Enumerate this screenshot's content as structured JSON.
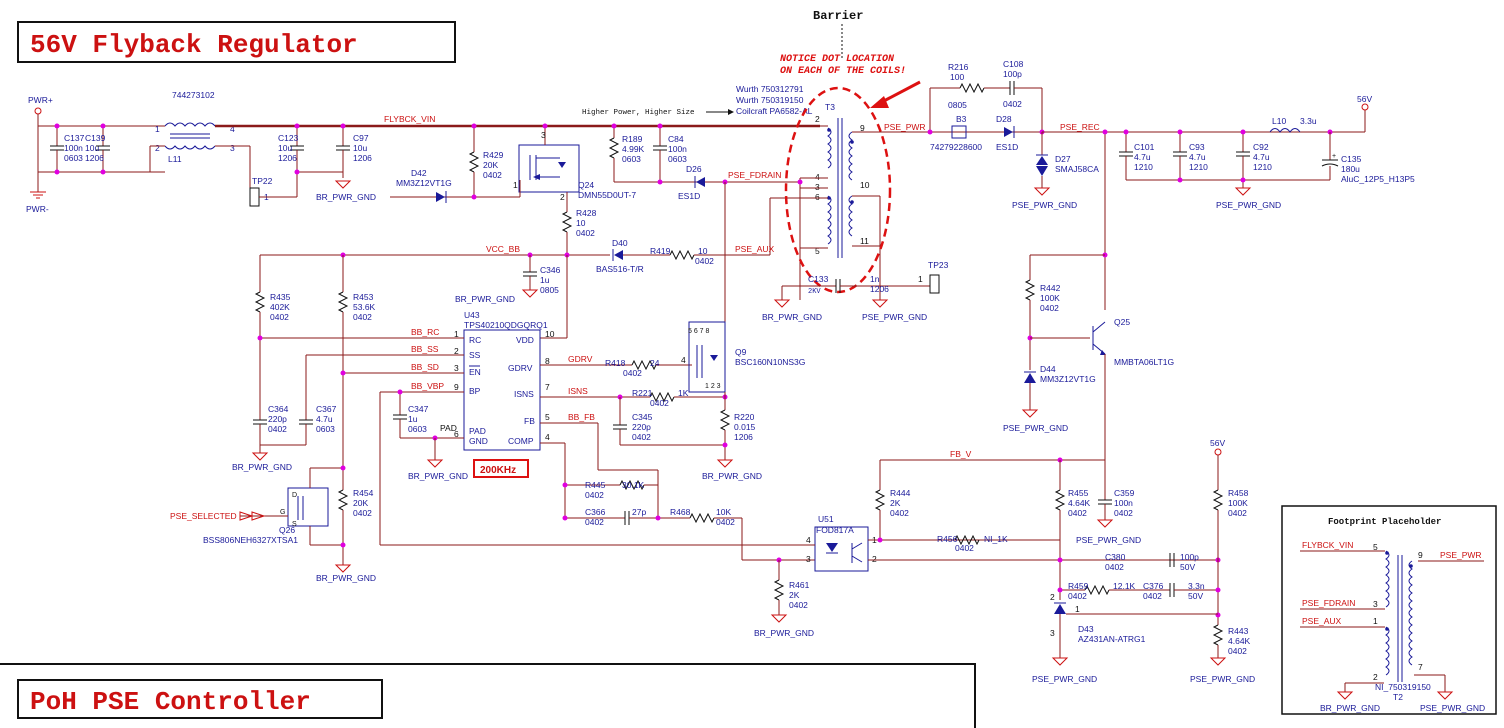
{
  "titles": {
    "main": "56V Flyback Regulator",
    "bottom": "PoH PSE Controller",
    "barrier": "Barrier",
    "footprint": "Footprint Placeholder",
    "freq": "200KHz"
  },
  "note": {
    "line1": "NOTICE DOT LOCATION",
    "line2": "ON EACH OF THE COILS!"
  },
  "transformer": {
    "ref": "T3",
    "wurth1": "Wurth  750312791",
    "wurth2": "Wurth  750319150",
    "coilcraft": "Coilcraft PA6582-AL",
    "higher": "Higher Power, Higher Size",
    "pins": [
      "2",
      "4",
      "3",
      "6",
      "5",
      "9",
      "10",
      "11"
    ]
  },
  "nets": {
    "pwr_plus": "PWR+",
    "pwr_minus": "PWR-",
    "flybck_vin": "FLYBCK_VIN",
    "pse_pwr": "PSE_PWR",
    "pse_rec": "PSE_REC",
    "v56": "56V",
    "v56b": "56V",
    "pse_fdrain": "PSE_FDRAIN",
    "pse_aux": "PSE_AUX",
    "vcc_bb": "VCC_BB",
    "bb_rc": "BB_RC",
    "bb_ss": "BB_SS",
    "bb_sd": "BB_SD",
    "bb_vbp": "BB_VBP",
    "gdrv": "GDRV",
    "isns": "ISNS",
    "bb_fb": "BB_FB",
    "fb_v": "FB_V",
    "pse_selected": "PSE_SELECTED",
    "pad": "PAD",
    "br_pwr_gnd": "BR_PWR_GND",
    "pse_pwr_gnd": "PSE_PWR_GND"
  },
  "parts": {
    "c137": [
      "C137",
      "100n",
      "0603"
    ],
    "c139": [
      "C139",
      "10u",
      "1206"
    ],
    "l11": [
      "L11",
      "744273102"
    ],
    "c123": [
      "C123",
      "10u",
      "1206"
    ],
    "c97": [
      "C97",
      "10u",
      "1206"
    ],
    "r429": [
      "R429",
      "20K",
      "0402"
    ],
    "q24": [
      "Q24",
      "DMN55D0UT-7"
    ],
    "d42": [
      "D42",
      "MM3Z12VT1G"
    ],
    "tp22": [
      "TP22"
    ],
    "r189": [
      "R189",
      "4.99K",
      "0603"
    ],
    "c84": [
      "C84",
      "100n",
      "0603"
    ],
    "d26": [
      "D26",
      "ES1D"
    ],
    "r428": [
      "R428",
      "10",
      "0402"
    ],
    "d40": [
      "D40",
      "BAS516-T/R"
    ],
    "r419": [
      "R419",
      "10",
      "0402"
    ],
    "c346": [
      "C346",
      "1u",
      "0805"
    ],
    "r435": [
      "R435",
      "402K",
      "0402"
    ],
    "r453": [
      "R453",
      "53.6K",
      "0402"
    ],
    "u43": [
      "U43",
      "TPS40210QDGQRQ1"
    ],
    "u43pins": [
      "RC",
      "SS",
      "EN",
      "BP",
      "PAD",
      "GND",
      "VDD",
      "GDRV",
      "ISNS",
      "FB",
      "COMP"
    ],
    "u43nums": [
      "1",
      "2",
      "3",
      "9",
      "6",
      "10",
      "8",
      "7",
      "5",
      "4"
    ],
    "q9": [
      "Q9",
      "BSC160N10NS3G"
    ],
    "r418": [
      "R418",
      "24",
      "0402"
    ],
    "r221": [
      "R221",
      "1K",
      "0402"
    ],
    "c345": [
      "C345",
      "220p",
      "0402"
    ],
    "r220": [
      "R220",
      "0.015",
      "1206"
    ],
    "c364": [
      "C364",
      "220p",
      "0402"
    ],
    "c367": [
      "C367",
      "4.7u",
      "0603"
    ],
    "c347": [
      "C347",
      "1u",
      "0603"
    ],
    "r445": [
      "R445",
      "30.1K",
      "0402"
    ],
    "c366": [
      "C366",
      "27p",
      "0402"
    ],
    "r468": [
      "R468",
      "10K",
      "0402"
    ],
    "r454": [
      "R454",
      "20K",
      "0402"
    ],
    "q26": [
      "Q26",
      "BSS806NEH6327XTSA1"
    ],
    "r216": [
      "R216",
      "100",
      "0805"
    ],
    "c108": [
      "C108",
      "100p",
      "0402"
    ],
    "b3": [
      "B3",
      "74279228600"
    ],
    "d28": [
      "D28",
      "ES1D"
    ],
    "d27": [
      "D27",
      "SMAJ58CA"
    ],
    "c101": [
      "C101",
      "4.7u",
      "1210"
    ],
    "c93": [
      "C93",
      "4.7u",
      "1210"
    ],
    "c92": [
      "C92",
      "4.7u",
      "1210"
    ],
    "l10": [
      "L10",
      "3.3u"
    ],
    "c135": [
      "C135",
      "180u",
      "AluC_12P5_H13P5"
    ],
    "c133": [
      "C133",
      "1n",
      "2KV",
      "1206"
    ],
    "tp23": [
      "TP23"
    ],
    "r442": [
      "R442",
      "100K",
      "0402"
    ],
    "q25": [
      "Q25",
      "MMBTA06LT1G"
    ],
    "d44": [
      "D44",
      "MM3Z12VT1G"
    ],
    "u51": [
      "U51",
      "FOD817A"
    ],
    "r444": [
      "R444",
      "2K",
      "0402"
    ],
    "r455": [
      "R455",
      "4.64K",
      "0402"
    ],
    "c359": [
      "C359",
      "100n",
      "0402"
    ],
    "r458": [
      "R458",
      "100K",
      "0402"
    ],
    "r456": [
      "R456",
      "NI_1K",
      "0402"
    ],
    "c380": [
      "C380",
      "100p",
      "0402",
      "50V"
    ],
    "r459": [
      "R459",
      "12.1K",
      "0402"
    ],
    "c376": [
      "C376",
      "3.3n",
      "0402",
      "50V"
    ],
    "d43": [
      "D43",
      "AZ431AN-ATRG1"
    ],
    "r443": [
      "R443",
      "4.64K",
      "0402"
    ],
    "r461": [
      "R461",
      "2K",
      "0402"
    ],
    "t2": [
      "T2",
      "NI_750319150"
    ]
  },
  "footprint_nets": {
    "flybck_vin": "FLYBCK_VIN",
    "pse_fdrain": "PSE_FDRAIN",
    "pse_aux": "PSE_AUX",
    "pse_pwr": "PSE_PWR",
    "pins": [
      "5",
      "3",
      "1",
      "2",
      "9",
      "7"
    ]
  },
  "colors": {
    "wire": "#8b1a1a",
    "label_blue": "#1a1a99",
    "net_red": "#cc1111",
    "junction": "#e000e0"
  }
}
